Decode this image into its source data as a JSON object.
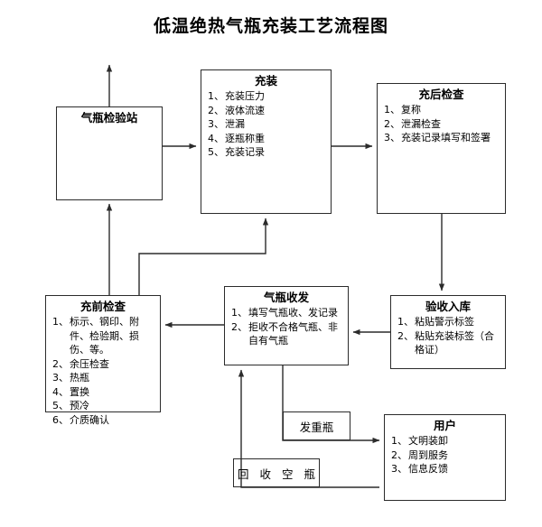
{
  "page": {
    "title": "低温绝热气瓶充装工艺流程图",
    "colors": {
      "line": "#2b2b2b",
      "text": "#000000",
      "background": "#ffffff"
    }
  },
  "nodes": {
    "station": {
      "header": "气瓶检验站",
      "items": []
    },
    "filling": {
      "header": "充装",
      "items": [
        {
          "num": "1、",
          "text": "充装压力"
        },
        {
          "num": "2、",
          "text": "液体流速"
        },
        {
          "num": "3、",
          "text": "泄漏"
        },
        {
          "num": "4、",
          "text": "逐瓶称重"
        },
        {
          "num": "5、",
          "text": "充装记录"
        }
      ]
    },
    "postcheck": {
      "header": "充后检查",
      "items": [
        {
          "num": "1、",
          "text": "复称"
        },
        {
          "num": "2、",
          "text": "泄漏检查"
        },
        {
          "num": "3、",
          "text": "充装记录填写和签署"
        }
      ]
    },
    "precheck": {
      "header": "充前检查",
      "items": [
        {
          "num": "1、",
          "text": "标示、钢印、附件、检验期、损伤、等。"
        },
        {
          "num": "2、",
          "text": "余压检查"
        },
        {
          "num": "3、",
          "text": "热瓶"
        },
        {
          "num": "4、",
          "text": "置换"
        },
        {
          "num": "5、",
          "text": "预冷"
        },
        {
          "num": "6、",
          "text": "介质确认"
        }
      ]
    },
    "dispatch": {
      "header": "气瓶收发",
      "items": [
        {
          "num": "1、",
          "text": "填写气瓶收、发记录"
        },
        {
          "num": "2、",
          "text": "拒收不合格气瓶、非自有气瓶"
        }
      ]
    },
    "storage": {
      "header": "验收入库",
      "items": [
        {
          "num": "1、",
          "text": "粘贴警示标签"
        },
        {
          "num": "2、",
          "text": "粘贴充装标签（合格证）"
        }
      ]
    },
    "user": {
      "header": "用户",
      "items": [
        {
          "num": "1、",
          "text": "文明装卸"
        },
        {
          "num": "2、",
          "text": "周到服务"
        },
        {
          "num": "3、",
          "text": "信息反馈"
        }
      ]
    },
    "sendfull": {
      "label": "发重瓶"
    },
    "recycle": {
      "label": "回 收 空 瓶"
    }
  }
}
